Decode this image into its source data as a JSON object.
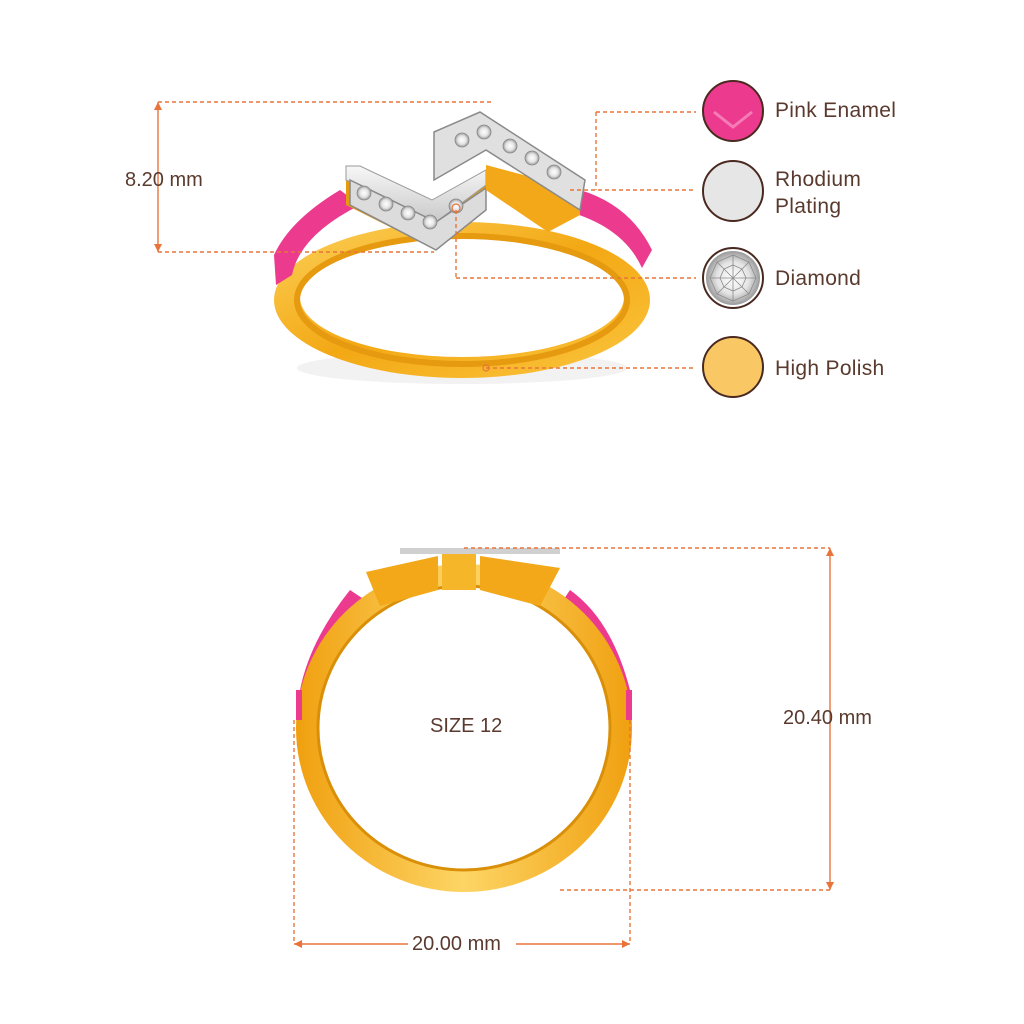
{
  "legend": [
    {
      "name": "pink-enamel",
      "lines": [
        "Pink Enamel"
      ],
      "color": "#ec3a8f"
    },
    {
      "name": "rhodium-plating",
      "lines": [
        "Rhodium",
        "Plating"
      ],
      "color": "#e6e6e6"
    },
    {
      "name": "diamond",
      "lines": [
        "Diamond"
      ],
      "color": "#d9d9d9"
    },
    {
      "name": "high-polish",
      "lines": [
        "High Polish"
      ],
      "color": "#f9c865"
    }
  ],
  "dimensions": {
    "height_top": "8.20 mm",
    "height_front": "20.40 mm",
    "width_front": "20.00 mm"
  },
  "size_label": "SIZE 12",
  "colors": {
    "dimension_line": "#e8743b",
    "text": "#5a3a2e",
    "gold": "#f7b626",
    "gold_dark": "#d98f08",
    "enamel": "#ec3a8f",
    "rhodium": "#e5e5e5"
  }
}
